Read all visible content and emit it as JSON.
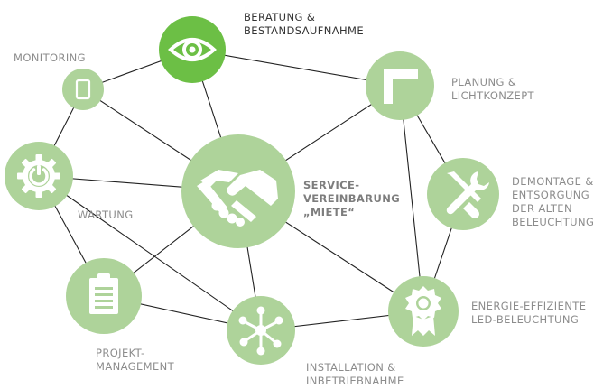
{
  "colors": {
    "node": "#aed39a",
    "node_active": "#6cbf45",
    "line": "#222222",
    "icon": "#ffffff"
  },
  "nodes": [
    {
      "id": "center",
      "icon": "handshake-icon",
      "label": "SERVICE-\nVEREINBARUNG\n„MIETE“"
    },
    {
      "id": "beratung",
      "icon": "eye-icon",
      "label": "BERATUNG &\nBESTANDSAUFNAHME",
      "active": true
    },
    {
      "id": "planung",
      "icon": "ruler-icon",
      "label": "PLANUNG &\nLICHTKONZEPT"
    },
    {
      "id": "demontage",
      "icon": "tools-icon",
      "label": "DEMONTAGE &\nENTSORGUNG\nDER ALTEN\nBELEUCHTUNG"
    },
    {
      "id": "energie",
      "icon": "award-badge-icon",
      "label": "ENERGIE-EFFIZIENTE\nLED-BELEUCHTUNG"
    },
    {
      "id": "installation",
      "icon": "network-hub-icon",
      "label": "INSTALLATION &\nINBETRIEBNAHME"
    },
    {
      "id": "projekt",
      "icon": "clipboard-icon",
      "label": "PROJEKT-\nMANAGEMENT"
    },
    {
      "id": "wartung",
      "icon": "power-gear-icon",
      "label": "WARTUNG"
    },
    {
      "id": "monitoring",
      "icon": "tablet-icon",
      "label": "MONITORING"
    }
  ]
}
